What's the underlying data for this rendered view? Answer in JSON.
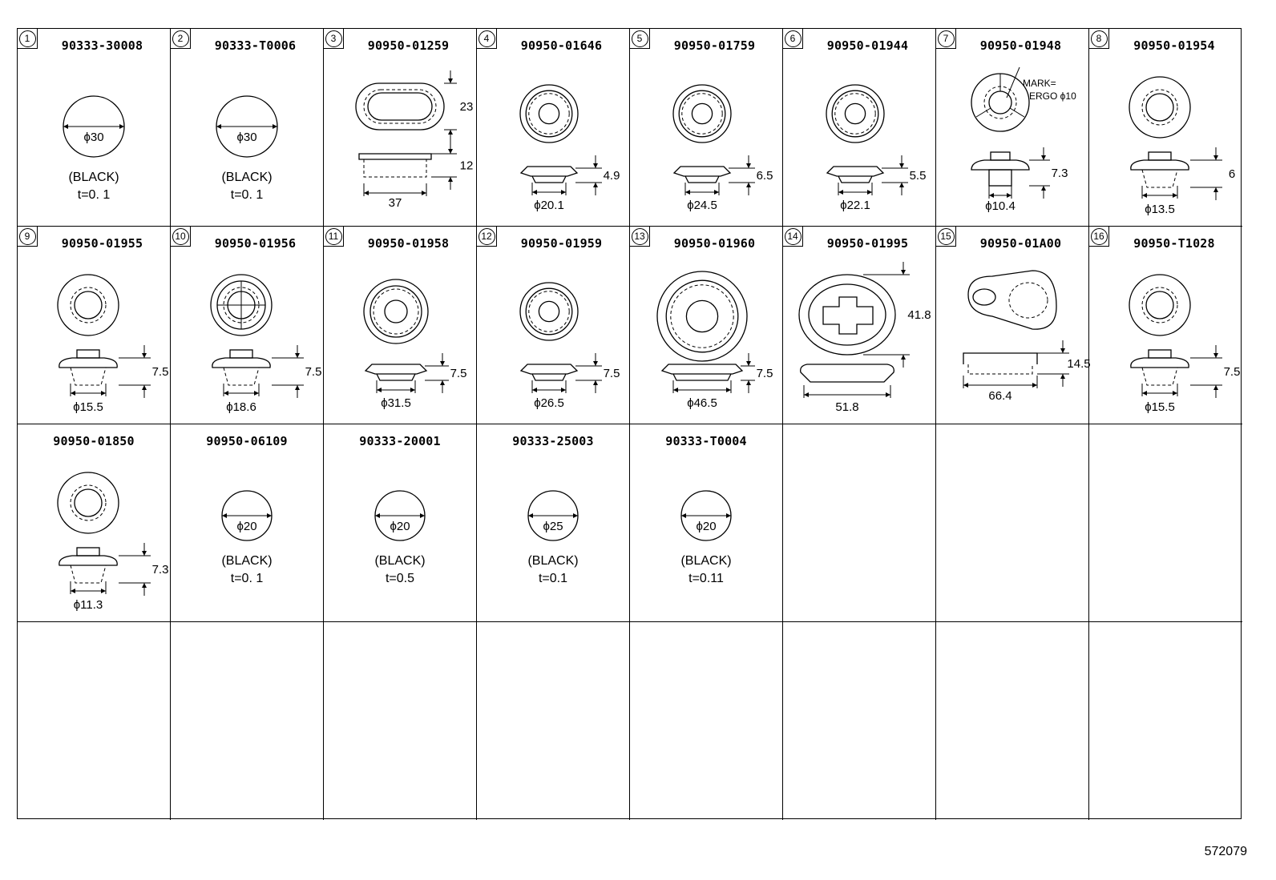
{
  "cells": [
    {
      "num": "1",
      "part": "90333-30008",
      "kind": "sheet",
      "dia": "ϕ30",
      "color": "(BLACK)",
      "thick": "t=0. 1"
    },
    {
      "num": "2",
      "part": "90333-T0006",
      "kind": "sheet",
      "dia": "ϕ30",
      "color": "(BLACK)",
      "thick": "t=0. 1"
    },
    {
      "num": "3",
      "part": "90950-01259",
      "kind": "oval",
      "h": "23",
      "ht": "12",
      "w": "37"
    },
    {
      "num": "4",
      "part": "90950-01646",
      "kind": "plug",
      "ht": "4.9",
      "w": "ϕ20.1"
    },
    {
      "num": "5",
      "part": "90950-01759",
      "kind": "plug",
      "ht": "6.5",
      "w": "ϕ24.5"
    },
    {
      "num": "6",
      "part": "90950-01944",
      "kind": "plug",
      "ht": "5.5",
      "w": "ϕ22.1"
    },
    {
      "num": "7",
      "part": "90950-01948",
      "kind": "marked",
      "mark1": "MARK=",
      "mark2": "ERGO ϕ10",
      "ht": "7.3",
      "w": "ϕ10.4"
    },
    {
      "num": "8",
      "part": "90950-01954",
      "kind": "stem",
      "ht": "6",
      "w": "ϕ13.5"
    },
    {
      "num": "9",
      "part": "90950-01955",
      "kind": "stem",
      "ht": "7.5",
      "w": "ϕ15.5"
    },
    {
      "num": "10",
      "part": "90950-01956",
      "kind": "cross",
      "ht": "7.5",
      "w": "ϕ18.6"
    },
    {
      "num": "11",
      "part": "90950-01958",
      "kind": "plug",
      "ht": "7.5",
      "w": "ϕ31.5"
    },
    {
      "num": "12",
      "part": "90950-01959",
      "kind": "plug",
      "ht": "7.5",
      "w": "ϕ26.5"
    },
    {
      "num": "13",
      "part": "90950-01960",
      "kind": "plug",
      "ht": "7.5",
      "w": "ϕ46.5"
    },
    {
      "num": "14",
      "part": "90950-01995",
      "kind": "bigoval",
      "h": "41.8",
      "w": "51.8"
    },
    {
      "num": "15",
      "part": "90950-01A00",
      "kind": "teardrop",
      "ht": "14.5",
      "w": "66.4"
    },
    {
      "num": "16",
      "part": "90950-T1028",
      "kind": "stem",
      "ht": "7.5",
      "w": "ϕ15.5"
    },
    {
      "num": "",
      "part": "90950-01850",
      "kind": "stem",
      "ht": "7.3",
      "w": "ϕ11.3"
    },
    {
      "num": "",
      "part": "90950-06109",
      "kind": "sheet",
      "dia": "ϕ20",
      "color": "(BLACK)",
      "thick": "t=0. 1"
    },
    {
      "num": "",
      "part": "90333-20001",
      "kind": "sheet",
      "dia": "ϕ20",
      "color": "(BLACK)",
      "thick": "t=0.5"
    },
    {
      "num": "",
      "part": "90333-25003",
      "kind": "sheet",
      "dia": "ϕ25",
      "color": "(BLACK)",
      "thick": "t=0.1"
    },
    {
      "num": "",
      "part": "90333-T0004",
      "kind": "sheet",
      "dia": "ϕ20",
      "color": "(BLACK)",
      "thick": "t=0.11"
    }
  ],
  "reference": "572079"
}
